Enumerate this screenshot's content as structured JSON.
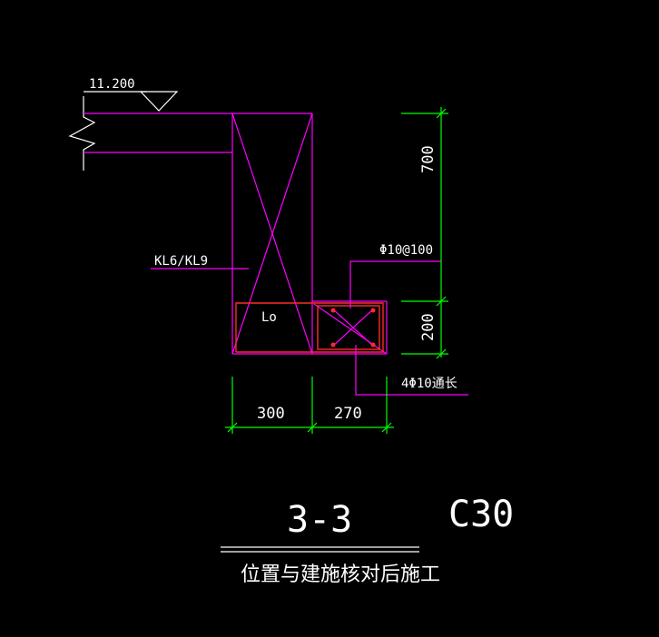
{
  "drawing": {
    "elevation": "11.200",
    "beam_label": "KL6/KL9",
    "anchor_label": "Lo",
    "stirrup_label": "Φ10@100",
    "bars_label": "4Φ10通长",
    "dimensions": {
      "width_1": "300",
      "width_2": "270",
      "height_1": "700",
      "height_2": "200"
    },
    "section_label": "3-3",
    "concrete_grade": "C30",
    "note": "位置与建施核对后施工"
  },
  "colors": {
    "background": "#000000",
    "structure": "#ff00ff",
    "dimension": "#00ff00",
    "rebar": "#ff2a2a",
    "text": "#ffffff"
  }
}
